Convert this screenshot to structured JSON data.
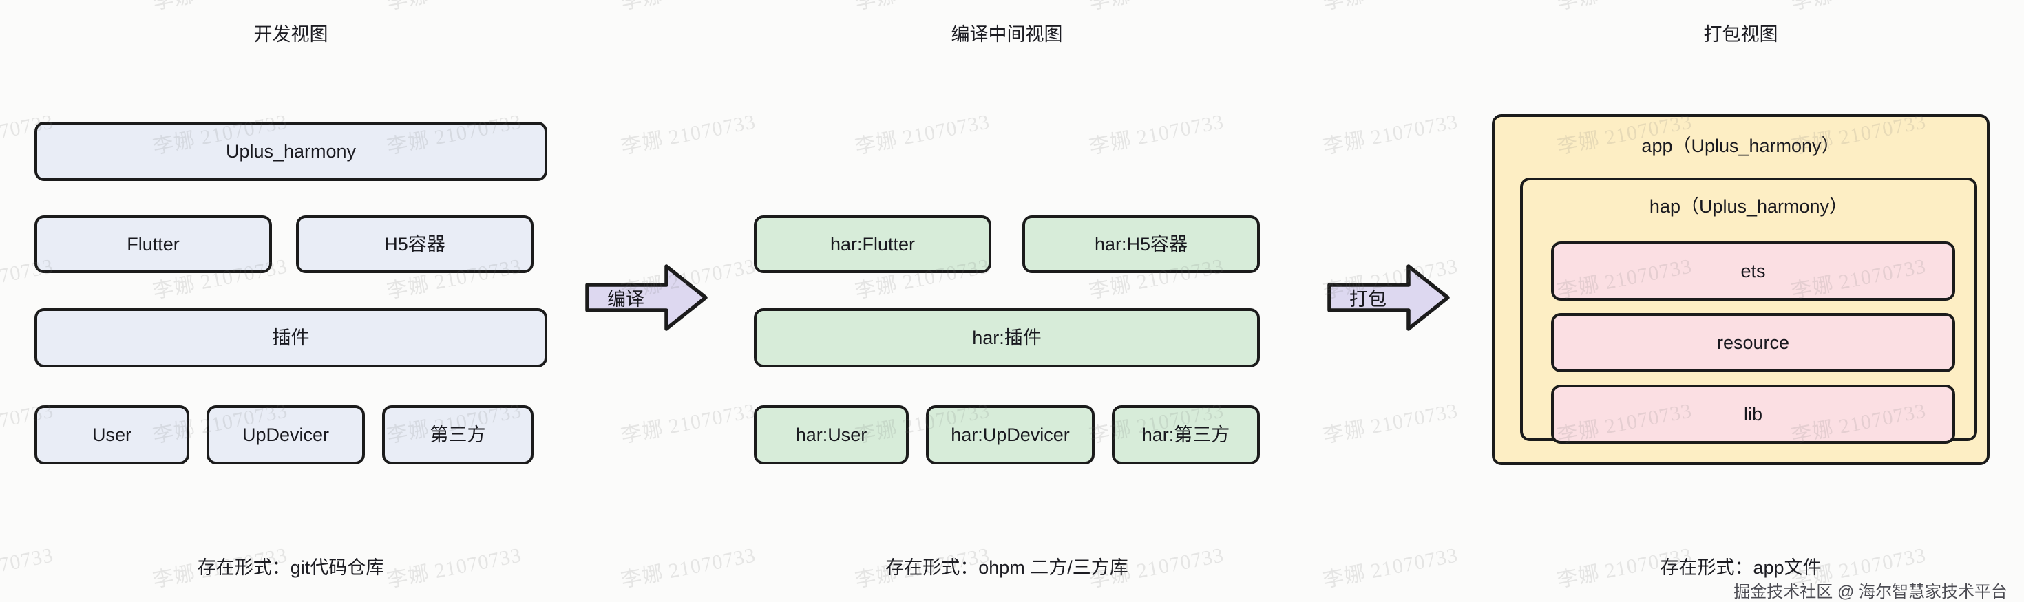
{
  "columns": [
    {
      "id": "dev",
      "title": "开发视图",
      "caption": "存在形式：git代码仓库",
      "nodes": [
        {
          "label": "Uplus_harmony"
        },
        {
          "label": "Flutter"
        },
        {
          "label": "H5容器"
        },
        {
          "label": "插件"
        },
        {
          "label": "User"
        },
        {
          "label": "UpDevicer"
        },
        {
          "label": "第三方"
        }
      ]
    },
    {
      "id": "compile",
      "title": "编译中间视图",
      "caption": "存在形式：ohpm 二方/三方库",
      "nodes": [
        {
          "label": "har:Flutter"
        },
        {
          "label": "har:H5容器"
        },
        {
          "label": "har:插件"
        },
        {
          "label": "har:User"
        },
        {
          "label": "har:UpDevicer"
        },
        {
          "label": "har:第三方"
        }
      ]
    },
    {
      "id": "package",
      "title": "打包视图",
      "caption": "存在形式：app文件",
      "nodes": [
        {
          "label": "app（Uplus_harmony）"
        },
        {
          "label": "hap（Uplus_harmony）"
        },
        {
          "label": "ets"
        },
        {
          "label": "resource"
        },
        {
          "label": "lib"
        }
      ]
    }
  ],
  "arrows": [
    {
      "id": "compile-arrow",
      "label": "编译"
    },
    {
      "id": "package-arrow",
      "label": "打包"
    }
  ],
  "credit": "掘金技术社区 @ 海尔智慧家技术平台",
  "watermark": {
    "text": "李娜 21070733"
  },
  "colors": {
    "blue_fill": "#e9edf6",
    "green_fill": "#d7ecd9",
    "yellow_fill": "#fdeec4",
    "pink_fill": "#fbdfe3",
    "arrow_fill": "#ddd8f0",
    "stroke": "#1b1b1b",
    "background": "#fbfbfa"
  }
}
